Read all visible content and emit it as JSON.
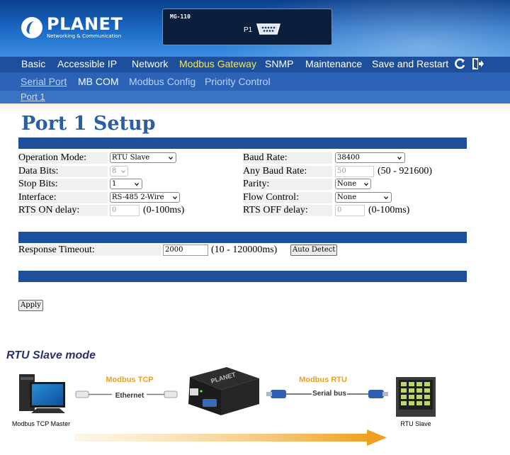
{
  "header": {
    "brand_name": "PLANET",
    "brand_tagline": "Networking & Communication",
    "device_model": "MG-110",
    "device_port_label": "P1"
  },
  "mainnav": {
    "items": [
      "Basic",
      "Accessible IP",
      "Network",
      "Modbus Gateway",
      "SNMP",
      "Maintenance",
      "Save and Restart"
    ],
    "active_index": 3
  },
  "subnav": {
    "items": [
      "Serial Port",
      "MB COM",
      "Modbus Config",
      "Priority Control"
    ],
    "current_index": 1
  },
  "breadcrumb": {
    "label": "Port 1"
  },
  "page_title": "Port 1 Setup",
  "serial_settings": {
    "operation_mode": {
      "label": "Operation Mode:",
      "value": "RTU Slave"
    },
    "data_bits": {
      "label": "Data Bits:",
      "value": "8"
    },
    "stop_bits": {
      "label": "Stop Bits:",
      "value": "1"
    },
    "interface": {
      "label": "Interface:",
      "value": "RS-485 2-Wire"
    },
    "rts_on_delay": {
      "label": "RTS ON delay:",
      "value": "0",
      "hint": "(0-100ms)"
    },
    "baud_rate": {
      "label": "Baud Rate:",
      "value": "38400"
    },
    "any_baud_rate": {
      "label": "Any Baud Rate:",
      "value": "50",
      "hint": "(50 - 921600)"
    },
    "parity": {
      "label": "Parity:",
      "value": "None"
    },
    "flow_control": {
      "label": "Flow Control:",
      "value": "None"
    },
    "rts_off_delay": {
      "label": "RTS OFF delay:",
      "value": "0",
      "hint": "(0-100ms)"
    }
  },
  "timeout": {
    "label": "Response Timeout:",
    "value": "2000",
    "hint": "(10 - 120000ms)",
    "auto_detect_label": "Auto Detect"
  },
  "apply_label": "Apply",
  "diagram": {
    "title": "RTU Slave mode",
    "modbus_tcp_label": "Modbus TCP",
    "ethernet_label": "Ethernet",
    "modbus_rtu_label": "Modbus RTU",
    "serial_bus_label": "Serial bus",
    "master_label": "Modbus TCP Master",
    "slave_label": "RTU Slave",
    "gateway_brand": "PLANET"
  },
  "colors": {
    "nav_bg": "#1e4f9c",
    "subnav_bg": "#2d63b7",
    "active_nav": "#f3e55c",
    "title": "#2a5ea6",
    "diagram_orange": "#f0a020"
  }
}
